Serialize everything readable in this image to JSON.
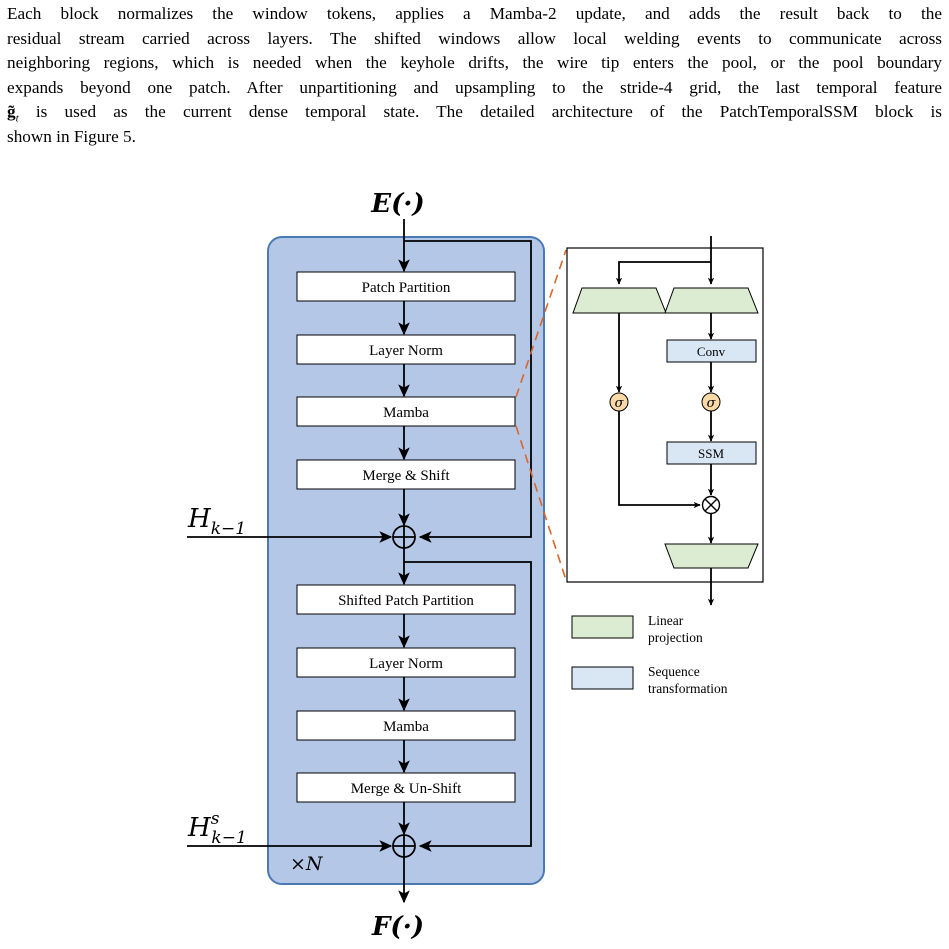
{
  "paragraph": {
    "lines": [
      "Each block normalizes the window tokens, applies a Mamba-2 update, and adds the result back to the",
      "residual stream carried across layers. The shifted windows allow local welding events to communicate across",
      "neighboring regions, which is needed when the keyhole drifts, the wire tip enters the pool, or the pool boundary",
      "expands beyond one patch. After unpartitioning and upsampling to the stride-4 grid, the last temporal feature"
    ],
    "last_line_symbol": "g̃",
    "last_line_symbol_sub": "t",
    "last_line_rest": " is used as the current dense temporal state. The detailed architecture of the PatchTemporalSSM block is",
    "final_line": "shown in Figure 5."
  },
  "figure": {
    "input_label": "E(·)",
    "output_label": "F(·)",
    "repeat_label": "×N",
    "residual_1_label": "H",
    "residual_1_sub": "k−1",
    "residual_2_label": "H",
    "residual_2_sup": "s",
    "residual_2_sub": "k−1",
    "upper_stage": [
      "Patch Partition",
      "Layer Norm",
      "Mamba",
      "Merge & Shift"
    ],
    "lower_stage": [
      "Shifted Patch Partition",
      "Layer Norm",
      "Mamba",
      "Merge & Un-Shift"
    ],
    "detail": {
      "conv_label": "Conv",
      "ssm_label": "SSM",
      "activation_symbol": "σ",
      "multiply_symbol": "⊗"
    },
    "legend": [
      {
        "line1": "Linear",
        "line2": "projection",
        "color": "#dbecd2"
      },
      {
        "line1": "Sequence",
        "line2": "transformation",
        "color": "#d9e6f4"
      }
    ]
  },
  "colors": {
    "block_fill": "#b4c7e7",
    "block_stroke": "#4a7ab6",
    "linear_fill": "#dbecd2",
    "sequence_fill": "#d9e6f4",
    "activation_fill": "#f8d9a8",
    "zoom_line": "#d9662a"
  }
}
